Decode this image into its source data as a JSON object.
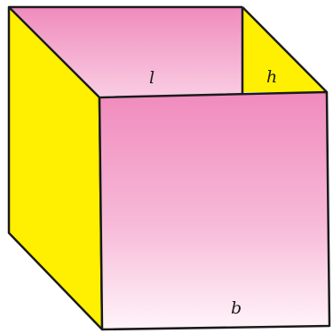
{
  "figure": {
    "labels": {
      "length": "l",
      "height": "h",
      "breadth": "b"
    },
    "colors": {
      "side_faces": "#ffef00",
      "pink_dark": "#f08bbd",
      "pink_light": "#fde6f1",
      "outline": "#1a1a1a"
    }
  }
}
